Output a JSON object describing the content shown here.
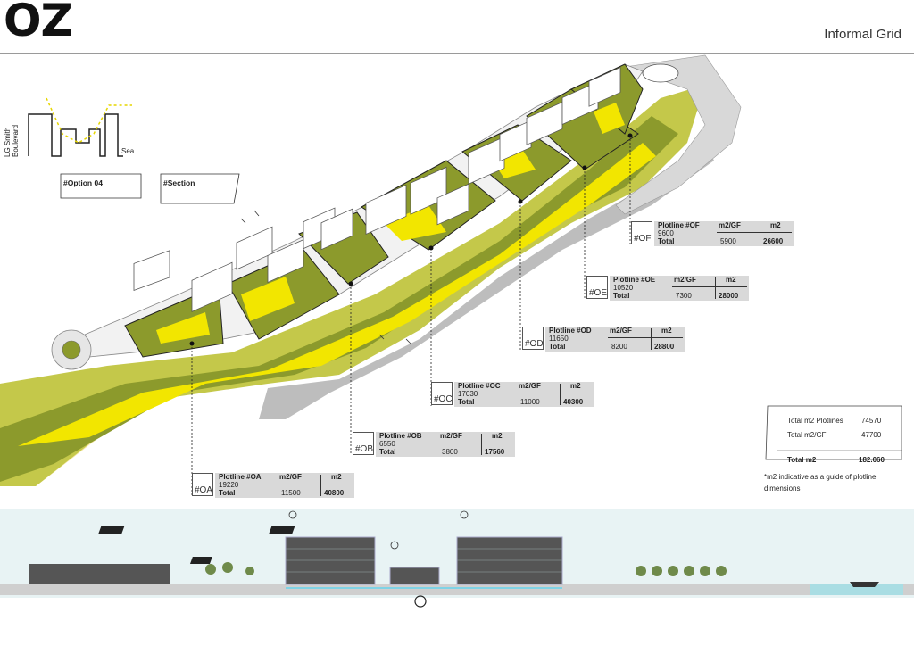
{
  "header": {
    "logo": "OZ",
    "title": "Informal Grid"
  },
  "section_inset": {
    "road_label": "LG Smith Boulevard",
    "sea_label": "Sea"
  },
  "tags": {
    "option": "#Option 04",
    "section": "#Section"
  },
  "plotlines": [
    {
      "code": "#OA",
      "label": "Plotline #OA",
      "area": "19220",
      "gf": "11500",
      "m2": "40800"
    },
    {
      "code": "#OB",
      "label": "Plotline #OB",
      "area": "6550",
      "gf": "3800",
      "m2": "17560"
    },
    {
      "code": "#OC",
      "label": "Plotline #OC",
      "area": "17030",
      "gf": "11000",
      "m2": "40300"
    },
    {
      "code": "#OD",
      "label": "Plotline #OD",
      "area": "11650",
      "gf": "8200",
      "m2": "28800"
    },
    {
      "code": "#OE",
      "label": "Plotline #OE",
      "area": "10520",
      "gf": "7300",
      "m2": "28000"
    },
    {
      "code": "#OF",
      "label": "Plotline #OF",
      "area": "9600",
      "gf": "5900",
      "m2": "26600"
    }
  ],
  "table_headers": {
    "gf": "m2/GF",
    "m2": "m2",
    "total": "Total"
  },
  "totals": {
    "plotlines_label": "Total m2 Plotlines",
    "plotlines_value": "74570",
    "gf_label": "Total m2/GF",
    "gf_value": "47700",
    "total_label": "Total m2",
    "total_value": "182.060",
    "note": "*m2 indicative as a guide of plotline dimensions"
  },
  "colors": {
    "yellow": "#f2e600",
    "olive": "#8c9a2c",
    "lime": "#c4c84a",
    "sea": "#a9dde3",
    "sand": "#f5e7a8"
  }
}
